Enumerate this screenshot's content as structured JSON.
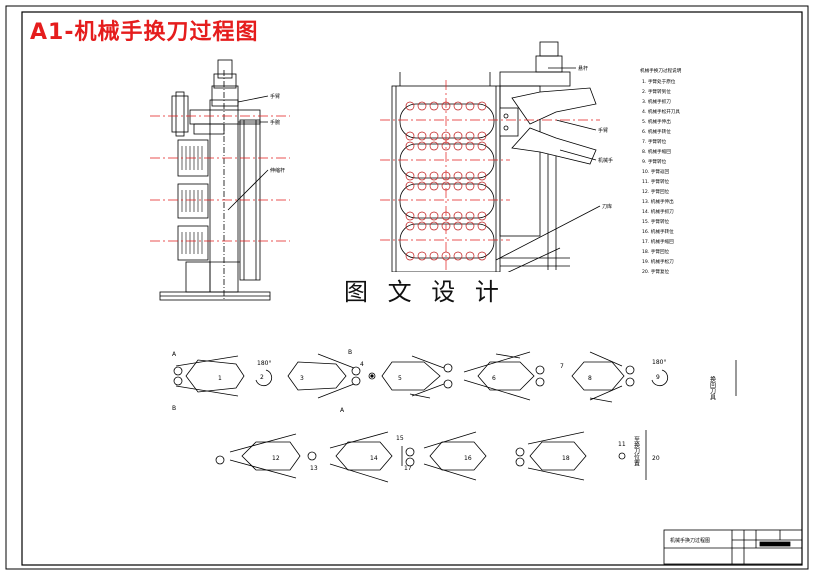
{
  "title": "A1-机械手换刀过程图",
  "watermark": "图 文 设 计",
  "front_view": {
    "labels": [
      "手臂",
      "手腕",
      "伸缩杆"
    ]
  },
  "side_view": {
    "labels": [
      "悬杆",
      "手臂",
      "刀库",
      "机械手"
    ]
  },
  "process_notes": [
    "机械手换刀过程说明",
    "1. 手臂处于原位",
    "2. 手臂转到位",
    "3. 机械手抓刀",
    "4. 机械手松开刀具",
    "5. 机械手伸出",
    "6. 机械手转位",
    "7. 手臂转位",
    "8. 机械手缩回",
    "9. 手臂转位",
    "10. 手臂返回",
    "11. 手臂转位",
    "12. 手臂回位",
    "13. 机械手伸出",
    "14. 机械手抓刀",
    "15. 手臂转位",
    "16. 机械手转位",
    "17. 机械手缩回",
    "18. 手臂回位",
    "19. 机械手松刀",
    "20. 手臂复位"
  ],
  "sequence_row1": {
    "steps": [
      "1",
      "3",
      "5",
      "6",
      "8"
    ],
    "marks": [
      "A",
      "B",
      "180°",
      "2",
      "4",
      "B",
      "A",
      "7",
      "180°",
      "9"
    ],
    "side_label": "换回刀具"
  },
  "sequence_row2": {
    "steps": [
      "12",
      "14",
      "16",
      "18"
    ],
    "marks": [
      "13",
      "15",
      "17",
      "11",
      "20"
    ],
    "side_label": "至换刀位置"
  },
  "title_block": {
    "drawing_name": "机械手换刀过程图"
  },
  "colors": {
    "title": "#e51d1d",
    "center_line": "#e31b1b",
    "line": "#000000"
  }
}
